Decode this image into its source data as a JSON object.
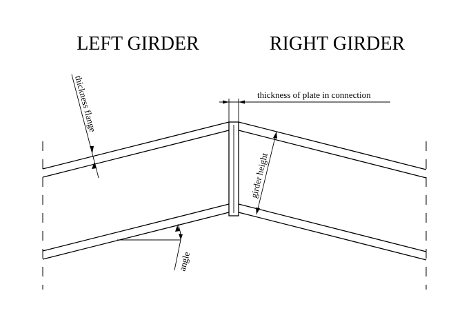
{
  "titles": {
    "left": "LEFT GIRDER",
    "right": "RIGHT GIRDER"
  },
  "labels": {
    "thickness_flange": "thickness flange",
    "thickness_plate": "thickness of plate in connection",
    "girder_height": "girder height",
    "angle": "angle"
  }
}
